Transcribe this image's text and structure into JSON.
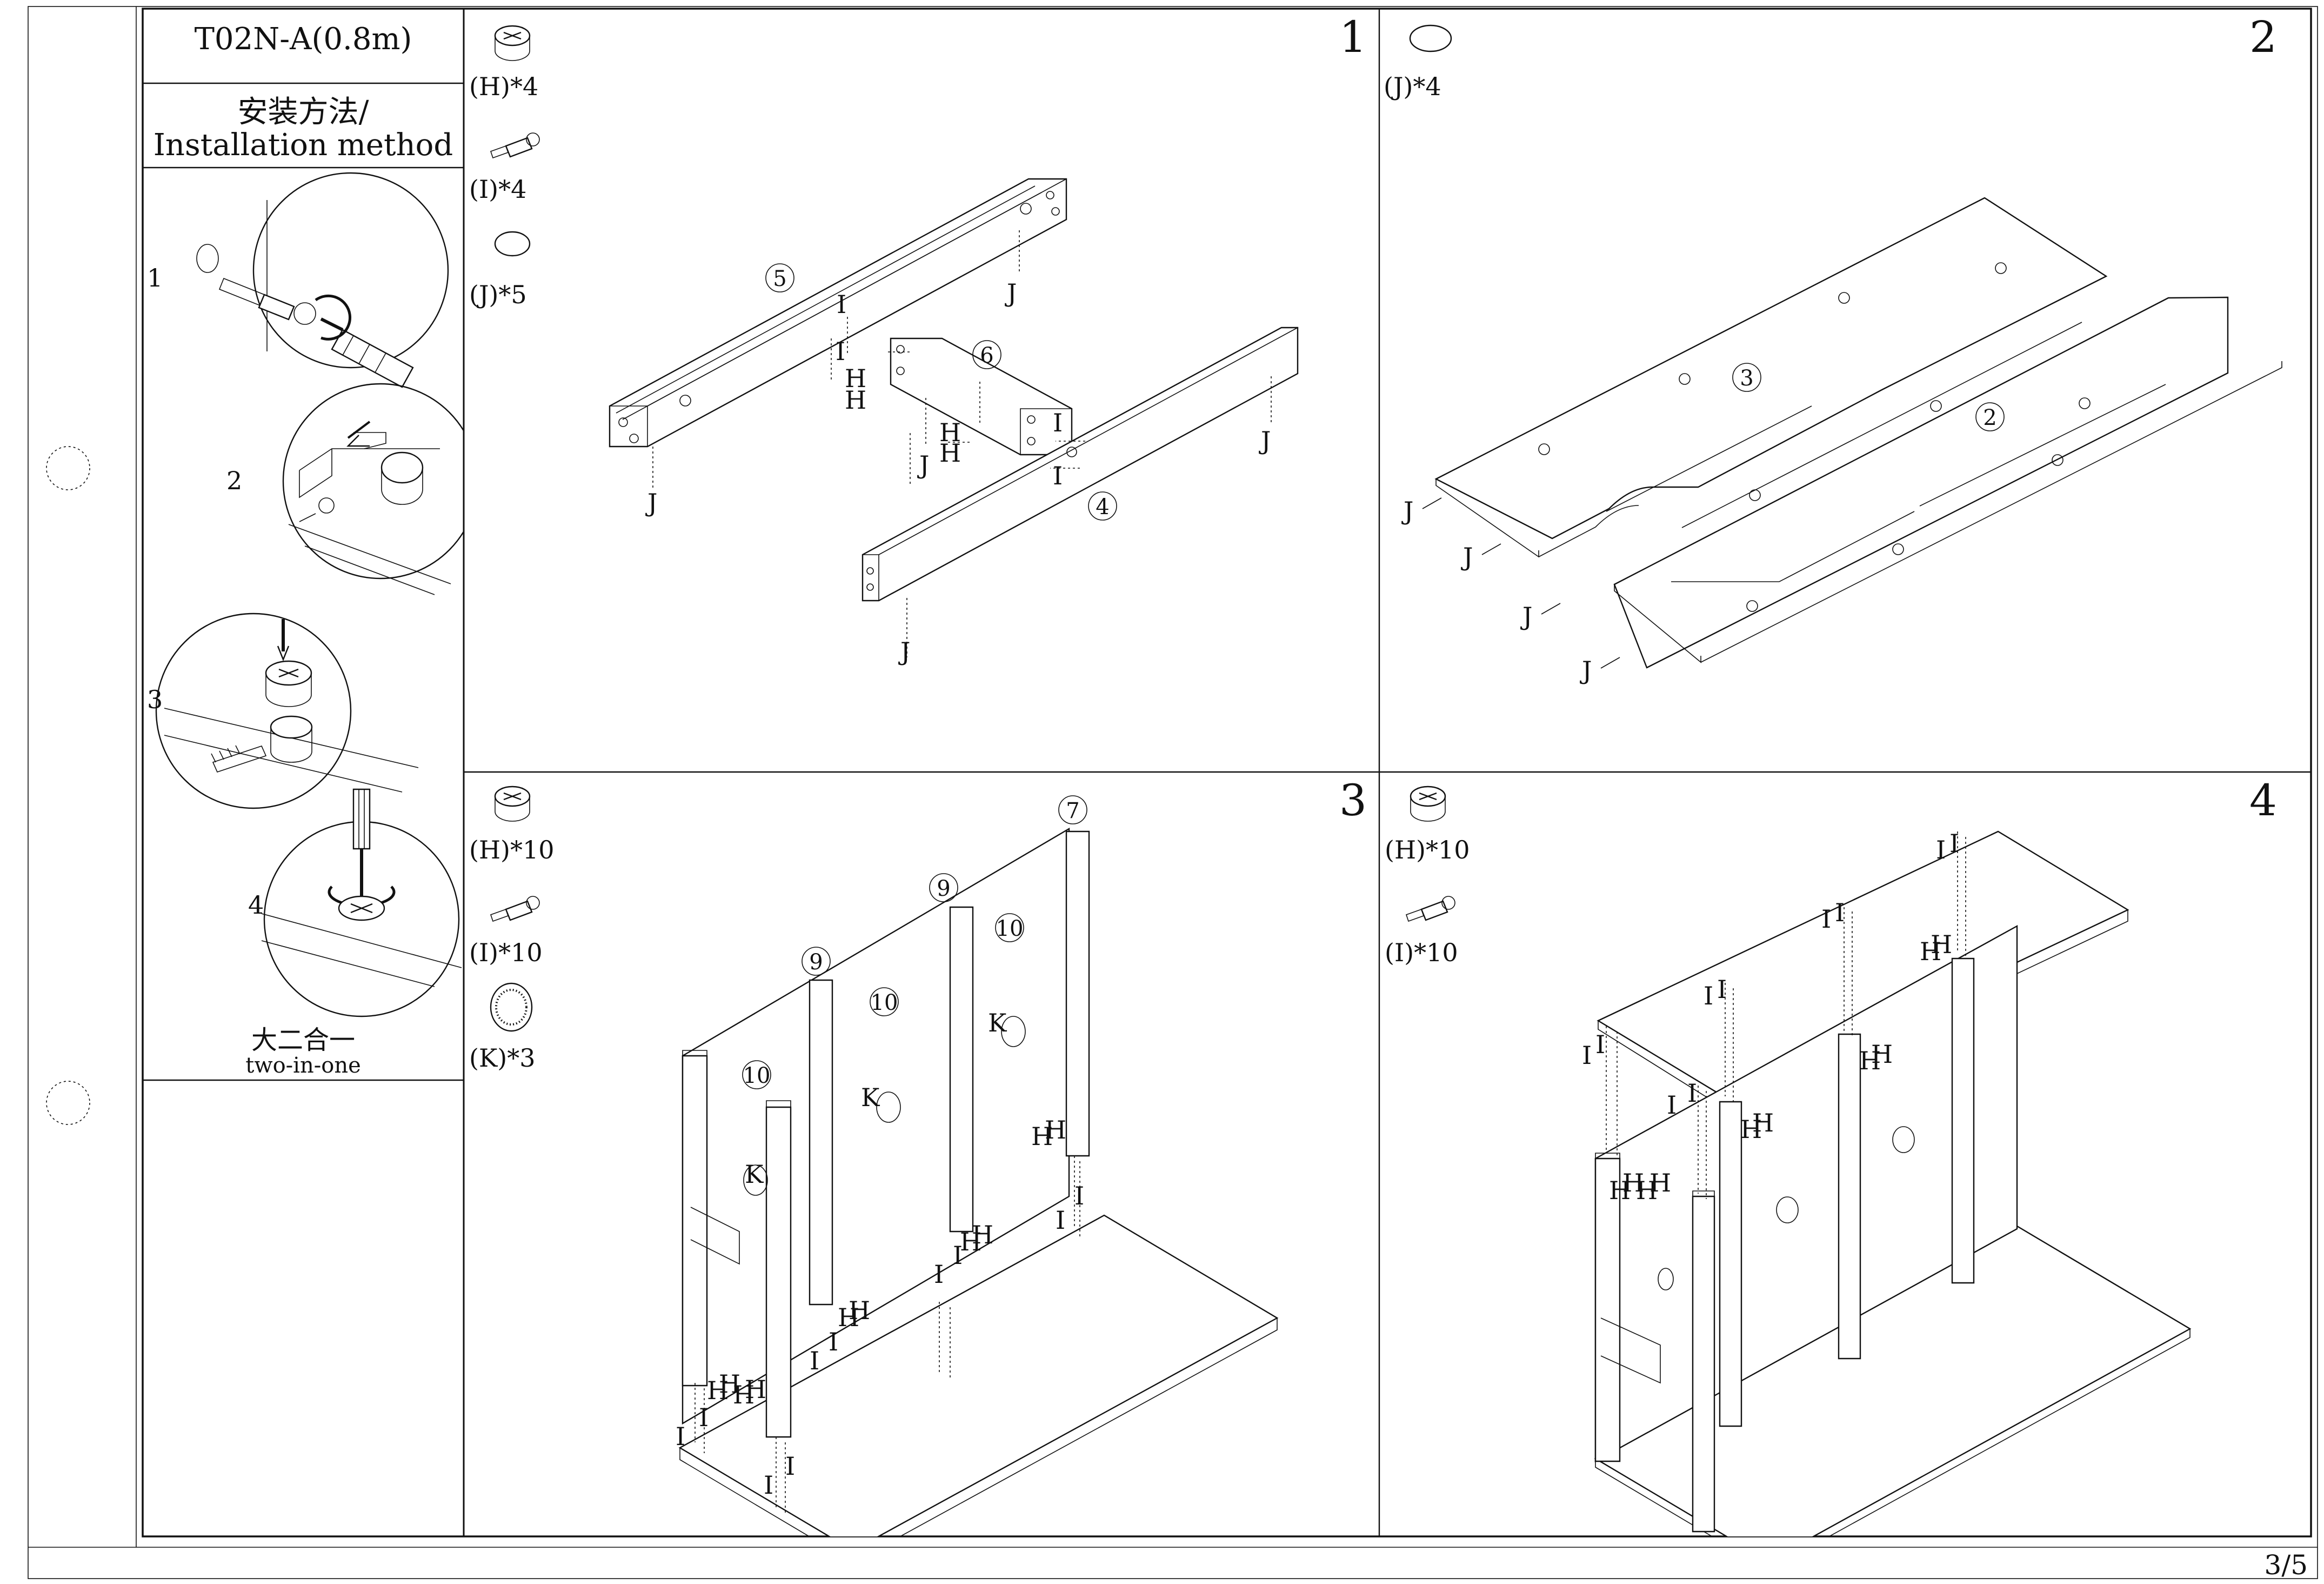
{
  "model": "T02N-A(0.8m)",
  "method_cn": "安装方法/",
  "method_en": "Installation method",
  "cam_steps": [
    "1",
    "2",
    "3",
    "4"
  ],
  "two_in_one_cn": "大二合一",
  "two_in_one_en": "two-in-one",
  "page_number": "3/5",
  "steps": [
    {
      "number": "1",
      "parts": [
        {
          "icon": "cam-lock-icon",
          "label": "(H)*4"
        },
        {
          "icon": "dowel-bolt-icon",
          "label": "(I)*4"
        },
        {
          "icon": "cover-cap-icon",
          "label": "(J)*5"
        }
      ],
      "panels": [
        "5",
        "6",
        "4"
      ],
      "callouts": [
        "I",
        "I",
        "H",
        "H",
        "I",
        "H",
        "H",
        "I",
        "J",
        "J",
        "J",
        "J",
        "J"
      ]
    },
    {
      "number": "2",
      "parts": [
        {
          "icon": "cover-cap-icon",
          "label": "(J)*4"
        }
      ],
      "panels": [
        "3",
        "2"
      ],
      "callouts": [
        "J",
        "J",
        "J",
        "J"
      ]
    },
    {
      "number": "3",
      "parts": [
        {
          "icon": "cam-lock-icon",
          "label": "(H)*10"
        },
        {
          "icon": "dowel-bolt-icon",
          "label": "(I)*10"
        },
        {
          "icon": "grommet-icon",
          "label": "(K)*3"
        }
      ],
      "panels": [
        "7",
        "9",
        "9",
        "10",
        "10",
        "10"
      ],
      "callouts": [
        "K",
        "K",
        "K",
        "H",
        "H",
        "I",
        "I",
        "H",
        "H",
        "I",
        "I",
        "H",
        "H",
        "I",
        "I",
        "H",
        "H",
        "H",
        "H",
        "I",
        "I",
        "I",
        "I"
      ]
    },
    {
      "number": "4",
      "parts": [
        {
          "icon": "cam-lock-icon",
          "label": "(H)*10"
        },
        {
          "icon": "dowel-bolt-icon",
          "label": "(I)*10"
        }
      ],
      "callouts": [
        "I",
        "I",
        "I",
        "I",
        "I",
        "I",
        "I",
        "I",
        "I",
        "I",
        "H",
        "H",
        "H",
        "H",
        "H",
        "H",
        "H",
        "H",
        "H",
        "H"
      ]
    }
  ]
}
